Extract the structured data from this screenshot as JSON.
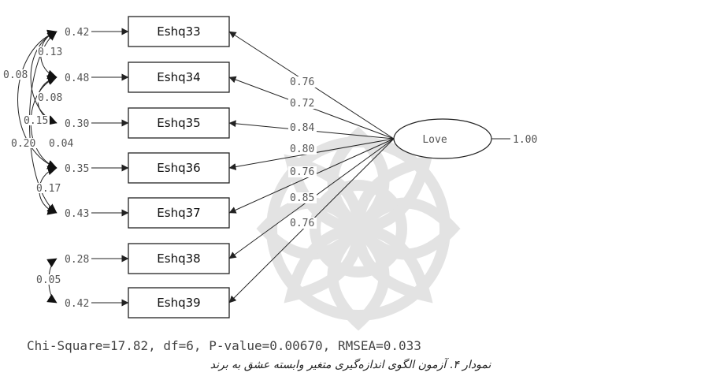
{
  "diagram": {
    "latent": {
      "label": "Love",
      "variance": "1.00"
    },
    "indicators": [
      {
        "label": "Eshq33",
        "loading": "0.76",
        "error": "0.42"
      },
      {
        "label": "Eshq34",
        "loading": "0.72",
        "error": "0.48"
      },
      {
        "label": "Eshq35",
        "loading": "0.84",
        "error": "0.30"
      },
      {
        "label": "Eshq36",
        "loading": "0.80",
        "error": "0.35"
      },
      {
        "label": "Eshq37",
        "loading": "0.76",
        "error": "0.43"
      },
      {
        "label": "Eshq38",
        "loading": "0.85",
        "error": "0.28"
      },
      {
        "label": "Eshq39",
        "loading": "0.76",
        "error": "0.42"
      }
    ],
    "error_covariances": [
      {
        "from": 0,
        "to": 1,
        "value": "0.13"
      },
      {
        "from": 0,
        "to": 2,
        "value": "0.08"
      },
      {
        "from": 1,
        "to": 2,
        "value": "0.08"
      },
      {
        "from": 0,
        "to": 3,
        "value": "0.15"
      },
      {
        "from": 0,
        "to": 4,
        "value": "0.20"
      },
      {
        "from": 1,
        "to": 3,
        "value": "0.04"
      },
      {
        "from": 3,
        "to": 4,
        "value": "0.17"
      },
      {
        "from": 5,
        "to": 6,
        "value": "0.05"
      }
    ],
    "fit_statistics": "Chi-Square=17.82, df=6, P-value=0.00670, RMSEA=0.033",
    "caption": "نمودار ۴. آزمون الگوی اندازه‌گیری متغیر وابسته عشق به برند"
  }
}
